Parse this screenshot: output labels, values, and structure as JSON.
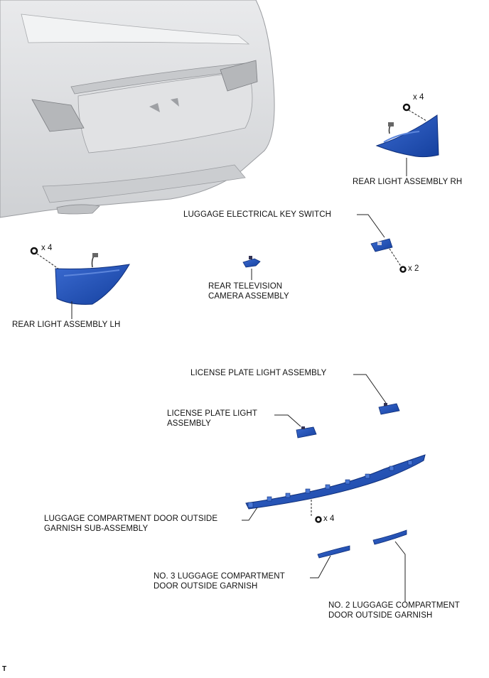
{
  "labels": {
    "rear_light_rh": "REAR LIGHT ASSEMBLY RH",
    "key_switch": "LUGGAGE ELECTRICAL KEY SWITCH",
    "rear_light_lh": "REAR LIGHT ASSEMBLY LH",
    "camera": "REAR TELEVISION\nCAMERA ASSEMBLY",
    "license_light_right": "LICENSE PLATE LIGHT ASSEMBLY",
    "license_light_left": "LICENSE PLATE LIGHT\nASSEMBLY",
    "garnish_sub": "LUGGAGE COMPARTMENT DOOR OUTSIDE\nGARNISH SUB-ASSEMBLY",
    "garnish_no3": "NO. 3 LUGGAGE COMPARTMENT\nDOOR OUTSIDE GARNISH",
    "garnish_no2": "NO. 2 LUGGAGE COMPARTMENT\nDOOR OUTSIDE GARNISH"
  },
  "quantities": {
    "rh_fasteners": "x 4",
    "lh_fasteners": "x 4",
    "key_switch_screws": "x 2",
    "garnish_fasteners": "x 4"
  },
  "footer_mark": "T",
  "colors": {
    "part_blue": "#1f4fb8",
    "part_blue_light": "#4a78d6",
    "car_body": "#d9dadc",
    "line": "#222222"
  }
}
